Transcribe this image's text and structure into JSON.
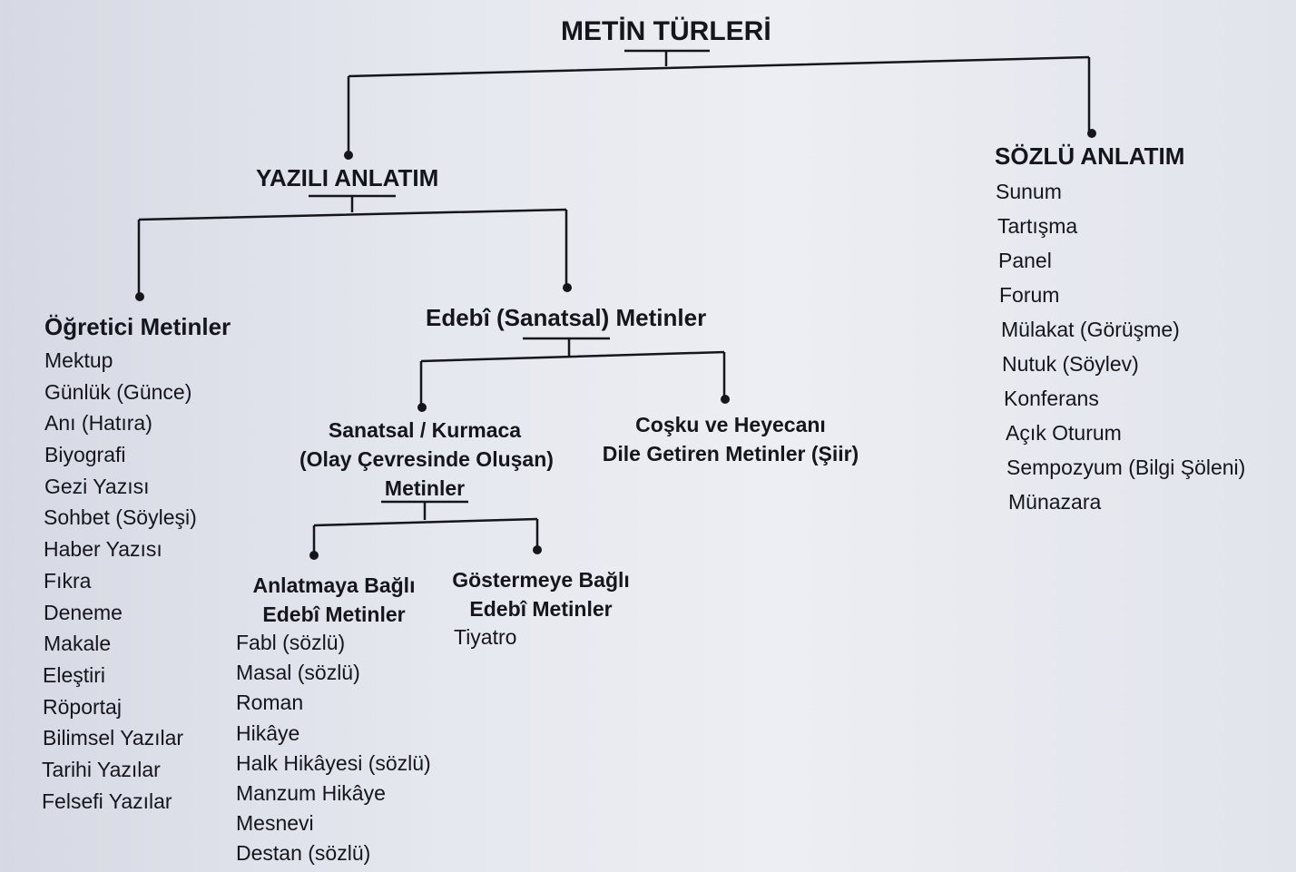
{
  "title": "METİN TÜRLERİ",
  "yazili": {
    "heading": "YAZILI ANLATIM",
    "ogretici": {
      "heading": "Öğretici Metinler",
      "items": [
        "Mektup",
        "Günlük (Günce)",
        "Anı (Hatıra)",
        "Biyografi",
        "Gezi Yazısı",
        "Sohbet (Söyleşi)",
        "Haber Yazısı",
        "Fıkra",
        "Deneme",
        "Makale",
        "Eleştiri",
        "Röportaj",
        "Bilimsel Yazılar",
        "Tarihi Yazılar",
        "Felsefi Yazılar"
      ]
    },
    "edebi": {
      "heading": "Edebî (Sanatsal) Metinler",
      "kurmaca": {
        "line1": "Sanatsal / Kurmaca",
        "line2": "(Olay Çevresinde Oluşan)",
        "line3": "Metinler",
        "anlatmaya": {
          "line1": "Anlatmaya Bağlı",
          "line2": "Edebî Metinler",
          "items": [
            "Fabl (sözlü)",
            "Masal (sözlü)",
            "Roman",
            "Hikâye",
            "Halk Hikâyesi (sözlü)",
            "Manzum Hikâye",
            "Mesnevi",
            "Destan (sözlü)"
          ]
        },
        "gostermeye": {
          "line1": "Göstermeye Bağlı",
          "line2": "Edebî Metinler",
          "items": [
            "Tiyatro"
          ]
        }
      },
      "siir": {
        "line1": "Coşku ve Heyecanı",
        "line2": "Dile Getiren Metinler (Şiir)"
      }
    }
  },
  "sozlu": {
    "heading": "SÖZLÜ ANLATIM",
    "items": [
      "Sunum",
      "Tartışma",
      "Panel",
      "Forum",
      "Mülakat (Görüşme)",
      "Nutuk (Söylev)",
      "Konferans",
      "Açık Oturum",
      "Sempozyum (Bilgi Şöleni)",
      "Münazara"
    ]
  }
}
